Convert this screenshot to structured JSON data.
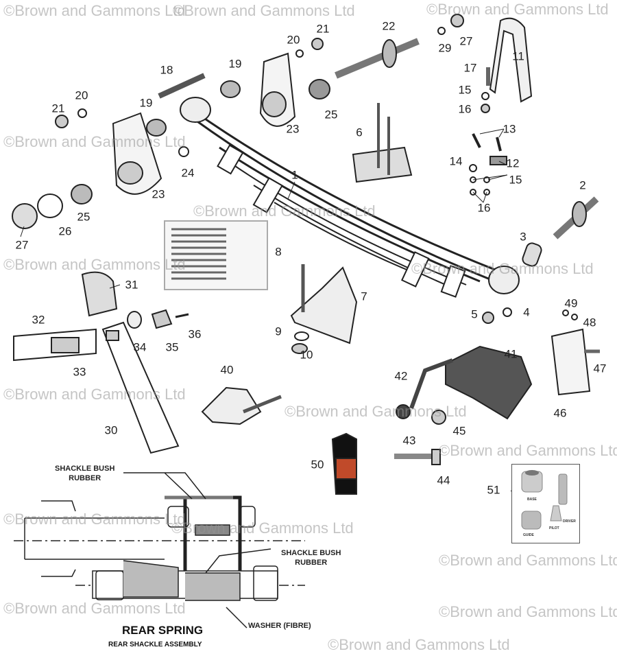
{
  "watermark": "©Brown and Gammons Ltd",
  "callouts": [
    "1",
    "2",
    "3",
    "4",
    "5",
    "6",
    "7",
    "8",
    "9",
    "10",
    "11",
    "12",
    "13",
    "14",
    "15",
    "15",
    "16",
    "16",
    "17",
    "18",
    "19",
    "19",
    "20",
    "20",
    "21",
    "21",
    "22",
    "23",
    "23",
    "24",
    "25",
    "25",
    "26",
    "27",
    "27",
    "29",
    "30",
    "31",
    "32",
    "33",
    "34",
    "35",
    "36",
    "40",
    "41",
    "42",
    "43",
    "44",
    "45",
    "46",
    "47",
    "48",
    "49",
    "50",
    "51"
  ],
  "section": {
    "title": "REAR SPRING",
    "subtitle": "REAR SHACKLE ASSEMBLY",
    "labels": {
      "shackle_bush_top": "SHACKLE BUSH\nRUBBER",
      "shackle_bush_right": "SHACKLE BUSH\nRUBBER",
      "washer": "WASHER (FIBRE)"
    }
  },
  "kit": {
    "base": "BASE",
    "guide": "GUIDE",
    "pilot": "PILOT",
    "driver": "DRIVER"
  },
  "colors": {
    "ink": "#222222",
    "watermark": "#969696",
    "metal": "#c8c8c8"
  }
}
